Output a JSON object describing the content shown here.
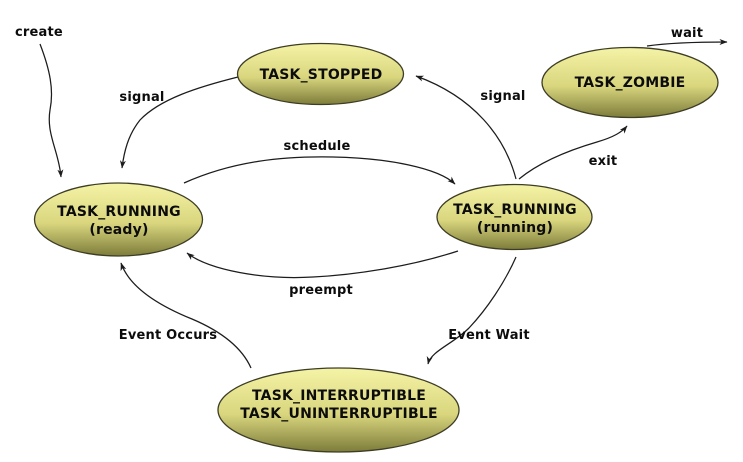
{
  "diagram": {
    "description": "Linux process/task state transition diagram",
    "colors": {
      "background": "#ffffff",
      "node_fill_top": "#f5f3a6",
      "node_fill_mid": "#d9d67e",
      "node_fill_bottom": "#7d7c3a",
      "node_border": "#3d3d26",
      "edge_line": "#1c1c1c",
      "text": "#0c0c0c"
    },
    "nodes": {
      "stopped": {
        "label": "TASK_STOPPED"
      },
      "zombie": {
        "label": "TASK_ZOMBIE"
      },
      "ready": {
        "label": "TASK_RUNNING",
        "sublabel": "(ready)"
      },
      "running": {
        "label": "TASK_RUNNING",
        "sublabel": "(running)"
      },
      "blocked": {
        "label_line1": "TASK_INTERRUPTIBLE",
        "label_line2": "TASK_UNINTERRUPTIBLE"
      }
    },
    "edges": {
      "create": "create",
      "signal_left": "signal",
      "signal_right": "signal",
      "schedule": "schedule",
      "preempt": "preempt",
      "wait": "wait",
      "exit": "exit",
      "event_occurs": "Event Occurs",
      "event_wait": "Event Wait"
    }
  }
}
